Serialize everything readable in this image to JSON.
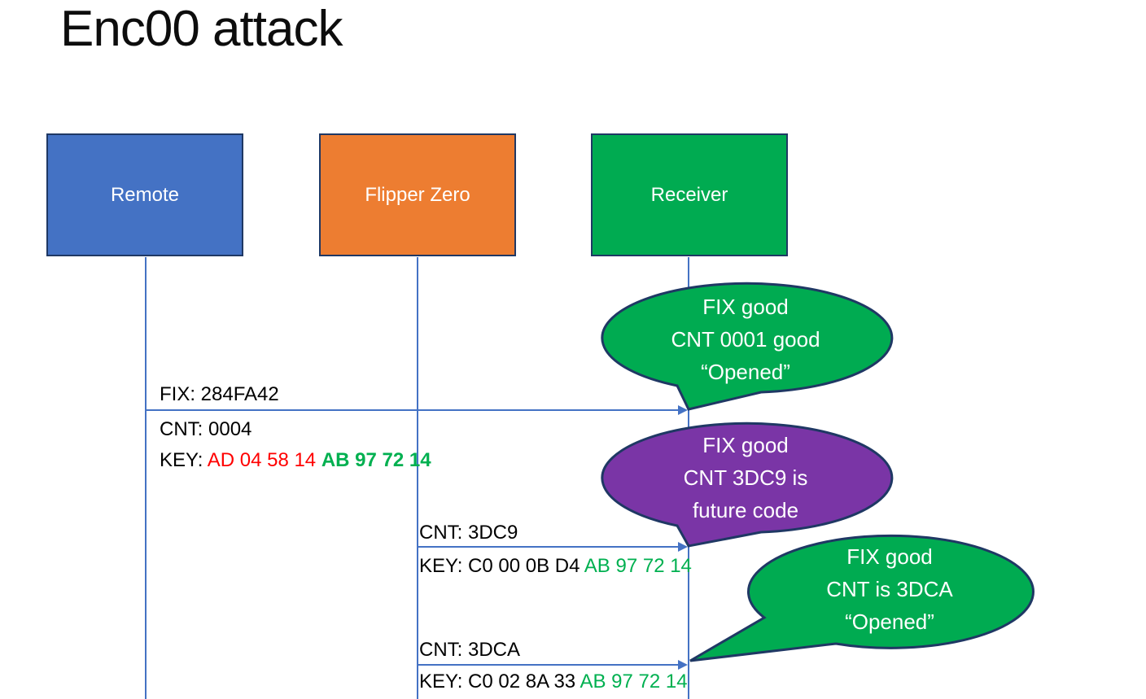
{
  "title": "Enc00 attack",
  "colors": {
    "remote_fill": "#4472C4",
    "flipper_fill": "#ED7D31",
    "receiver_fill": "#00AB51",
    "callout_green": "#00AB51",
    "callout_purple": "#7A35A6",
    "outline_navy": "#1F3864",
    "arrow_blue": "#4472C4",
    "key_red": "#FF0000",
    "key_green": "#00B050"
  },
  "actors": [
    {
      "label": "Remote"
    },
    {
      "label": "Flipper Zero"
    },
    {
      "label": "Receiver"
    }
  ],
  "messages": [
    {
      "above": "FIX: 284FA42",
      "below": "CNT: 0004",
      "key": [
        {
          "text": "KEY: ",
          "cls": "seg black"
        },
        {
          "text": "AD 04 58 14 ",
          "cls": "seg red"
        },
        {
          "text": "AB 97 72 14",
          "cls": "seg green bold"
        }
      ]
    },
    {
      "above": "CNT: 3DC9",
      "key": [
        {
          "text": "KEY: C0 00 0B D4 ",
          "cls": "seg black"
        },
        {
          "text": "AB 97 72 14",
          "cls": "seg green"
        }
      ]
    },
    {
      "above": "CNT: 3DCA",
      "key": [
        {
          "text": "KEY: C0 02 8A 33 ",
          "cls": "seg black"
        },
        {
          "text": "AB 97 72 14",
          "cls": "seg green"
        }
      ]
    }
  ],
  "callouts": [
    {
      "color": "green",
      "lines": [
        "FIX good",
        "CNT 0001 good",
        "“Opened”"
      ]
    },
    {
      "color": "purple",
      "lines": [
        "FIX good",
        "CNT 3DC9 is",
        "future code"
      ]
    },
    {
      "color": "green",
      "lines": [
        "FIX good",
        "CNT is 3DCA",
        "“Opened”"
      ]
    }
  ]
}
